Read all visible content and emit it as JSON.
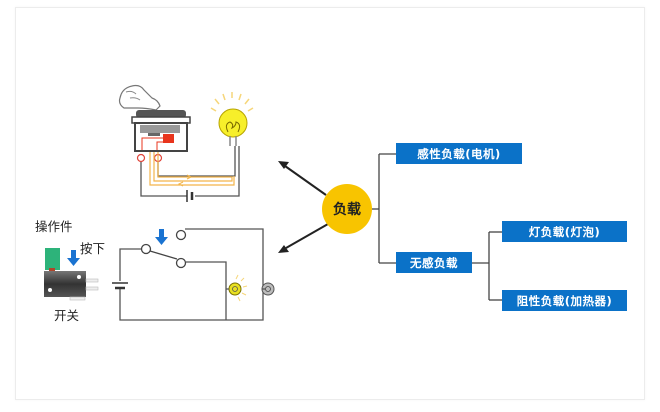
{
  "diagram": {
    "hub_label": "负载",
    "hub_color": "#f8c400",
    "box_color": "#0b72c8",
    "branches": [
      {
        "label": "感性负载(电机)"
      },
      {
        "label": "无感负载",
        "children": [
          {
            "label": "灯负载(灯泡)"
          },
          {
            "label": "阻性负载(加热器)"
          }
        ]
      }
    ],
    "switch_illustration": {
      "operator_label": "操作件",
      "press_label": "按下",
      "switch_label": "开关"
    }
  }
}
